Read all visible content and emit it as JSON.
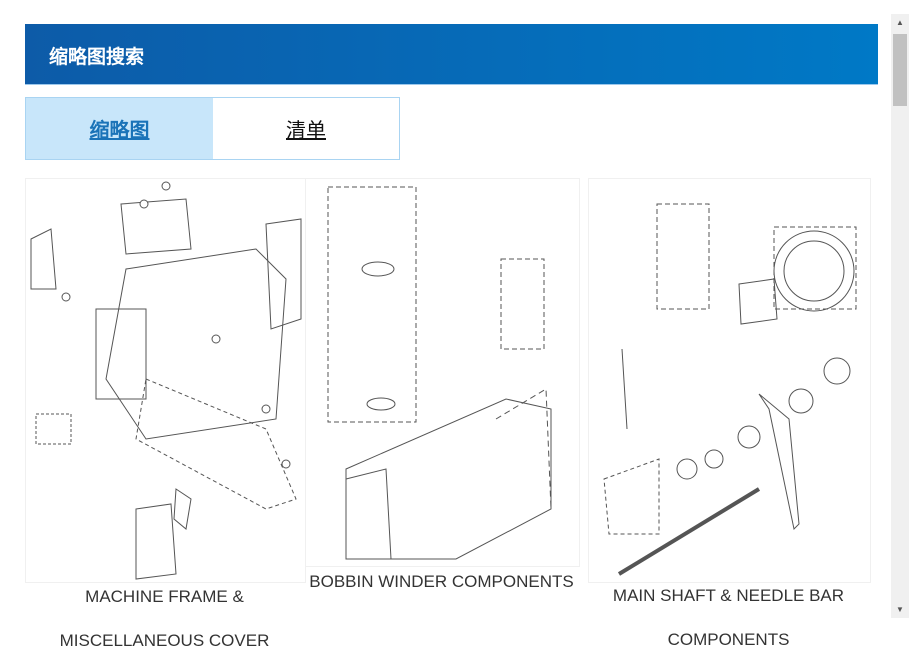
{
  "header": {
    "title": "缩略图搜索"
  },
  "tabs": [
    {
      "label": "缩略图",
      "active": true
    },
    {
      "label": "清单",
      "active": false
    }
  ],
  "thumbnails": [
    {
      "caption_line1": "MACHINE FRAME &",
      "caption_line2": "MISCELLANEOUS COVER"
    },
    {
      "caption_line1": "BOBBIN WINDER COMPONENTS"
    },
    {
      "caption_line1": "MAIN SHAFT & NEEDLE BAR",
      "caption_line2": "COMPONENTS"
    }
  ],
  "scrollbar": {
    "up_icon": "▲",
    "down_icon": "▼"
  }
}
